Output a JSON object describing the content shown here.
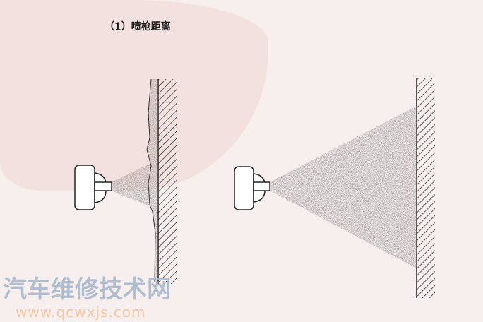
{
  "title": "（1）喷枪距离",
  "watermark": {
    "cn": "汽车维修技术网",
    "url": "www.qcwxjs.com"
  },
  "colors": {
    "background": "#f7efed",
    "circle": "#f0dcd8",
    "watermark_cn": "#a9b8cb",
    "watermark_url": "#f2c7a1"
  }
}
